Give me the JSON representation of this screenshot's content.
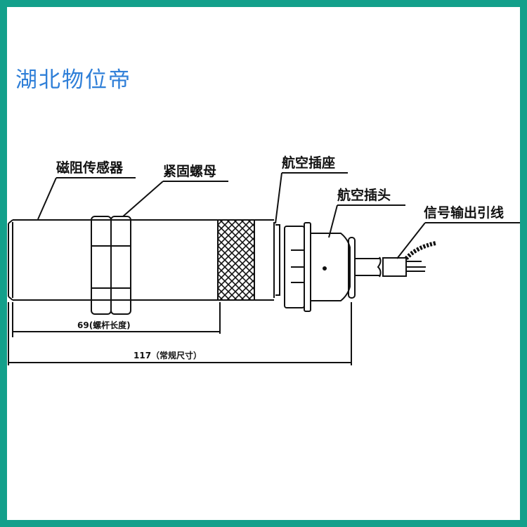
{
  "brand": "湖北物位帝",
  "labels": {
    "sensor": "磁阻传感器",
    "nut": "紧固螺母",
    "socket": "航空插座",
    "plug": "航空插头",
    "lead": "信号输出引线"
  },
  "dimensions": {
    "thread_length": "69(螺杆长度)",
    "overall_length": "117（常规尺寸）"
  },
  "colors": {
    "border": "#13a08b",
    "brand": "#2f7fd8"
  }
}
